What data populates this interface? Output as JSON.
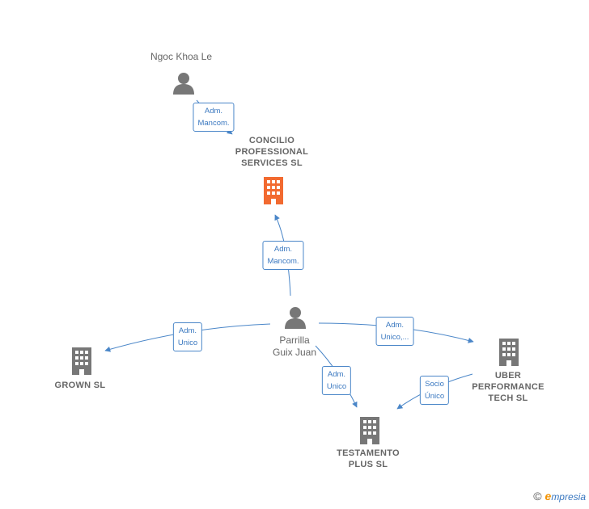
{
  "colors": {
    "edge": "#4a86c8",
    "main_company": "#f26a30",
    "node": "#777777"
  },
  "nodes": {
    "ngoc_khoa_le": {
      "label": "Ngoc Khoa Le"
    },
    "concilio": {
      "label_lines": [
        "CONCILIO",
        "PROFESSIONAL",
        "SERVICES  SL"
      ]
    },
    "parrilla": {
      "label_lines": [
        "Parrilla",
        "Guix Juan"
      ]
    },
    "grown": {
      "label": "GROWN SL"
    },
    "uber": {
      "label_lines": [
        "UBER",
        "PERFORMANCE",
        "TECH  SL"
      ]
    },
    "testamento": {
      "label_lines": [
        "TESTAMENTO",
        "PLUS  SL"
      ]
    }
  },
  "edges": {
    "ngoc_to_concilio": [
      "Adm.",
      "Mancom."
    ],
    "parrilla_to_concilio": [
      "Adm.",
      "Mancom."
    ],
    "parrilla_to_grown": [
      "Adm.",
      "Unico"
    ],
    "parrilla_to_uber": [
      "Adm.",
      "Unico,..."
    ],
    "parrilla_to_testamento": [
      "Adm.",
      "Unico"
    ],
    "uber_to_testamento": [
      "Socio",
      "Único"
    ]
  },
  "footer": {
    "copyright": "©",
    "brand_initial": "e",
    "brand_rest": "mpresia"
  }
}
